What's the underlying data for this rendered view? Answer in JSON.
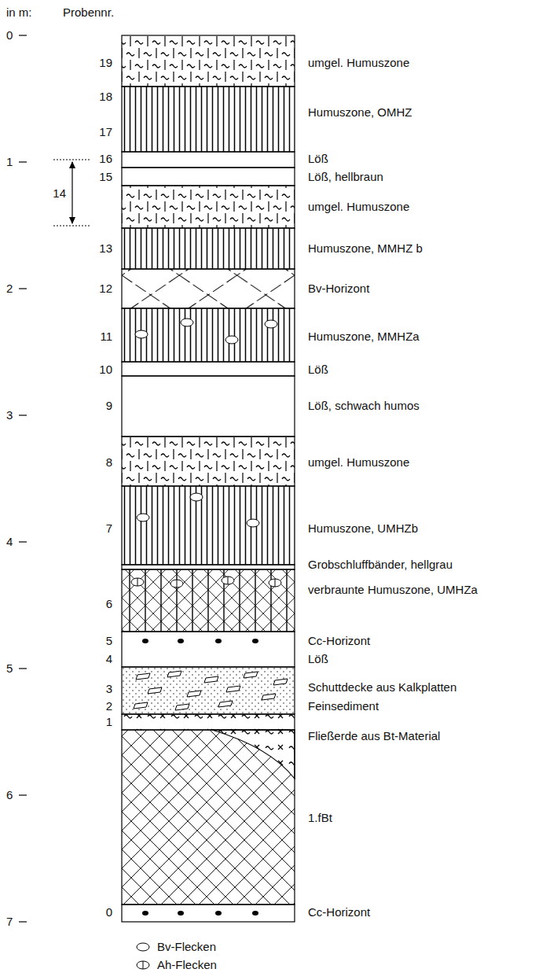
{
  "diagram": {
    "labels": [
      "in m:",
      "Probennr.",
      "0",
      "1",
      "2",
      "3",
      "4",
      "5",
      "6",
      "7",
      "19",
      "18",
      "17",
      "16",
      "15",
      "14",
      "13",
      "12",
      "11",
      "10",
      "9",
      "8",
      "7",
      "6",
      "5",
      "4",
      "3",
      "2",
      "1",
      "0",
      "umgel. Humuszone",
      "Humuszone, OMHZ",
      "Löß",
      "Löß, hellbraun",
      "umgel. Humuszone",
      "Humuszone, MMHZ b",
      "Bv-Horizont",
      "Humuszone, MMHZa",
      "Löß",
      "Löß, schwach humos",
      "umgel. Humuszone",
      "Humuszone, UMHZb",
      "Grobschluffbänder, hellgrau",
      "verbraunte Humuszone, UMHZa",
      "Cc-Horizont",
      "Löß",
      "Schuttdecke aus Kalkplatten",
      "Feinsediment",
      "Fließerde aus Bt-Material",
      "1.fBt",
      "Cc-Horizont"
    ],
    "legend": [
      {
        "text": "Bv-Flecken"
      },
      {
        "text": "Ah-Flecken"
      }
    ]
  }
}
